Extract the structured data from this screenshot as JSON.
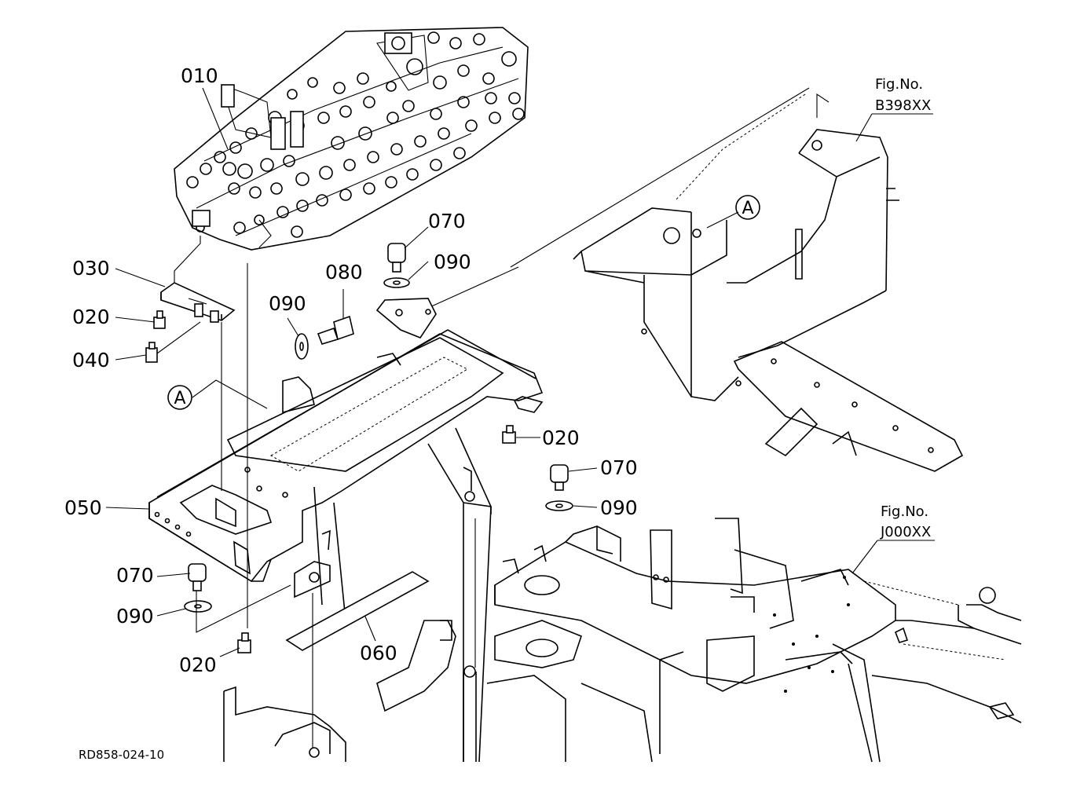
{
  "diagram": {
    "parts": [
      {
        "id": "label-010",
        "text": "010"
      },
      {
        "id": "label-030",
        "text": "030"
      },
      {
        "id": "label-020a",
        "text": "020"
      },
      {
        "id": "label-040",
        "text": "040"
      },
      {
        "id": "label-070a",
        "text": "070"
      },
      {
        "id": "label-090a",
        "text": "090"
      },
      {
        "id": "label-080",
        "text": "080"
      },
      {
        "id": "label-090b",
        "text": "090"
      },
      {
        "id": "label-020b",
        "text": "020"
      },
      {
        "id": "label-070b",
        "text": "070"
      },
      {
        "id": "label-090c",
        "text": "090"
      },
      {
        "id": "label-050",
        "text": "050"
      },
      {
        "id": "label-070c",
        "text": "070"
      },
      {
        "id": "label-090d",
        "text": "090"
      },
      {
        "id": "label-060",
        "text": "060"
      },
      {
        "id": "label-020c",
        "text": "020"
      }
    ],
    "references": {
      "fig_b_title": "Fig.No.",
      "fig_b_code": "B398XX",
      "fig_j_title": "Fig.No.",
      "fig_j_code": "J000XX"
    },
    "callouts": {
      "a_right": "A",
      "a_left": "A"
    },
    "drawing_code": "RD858-024-10"
  }
}
